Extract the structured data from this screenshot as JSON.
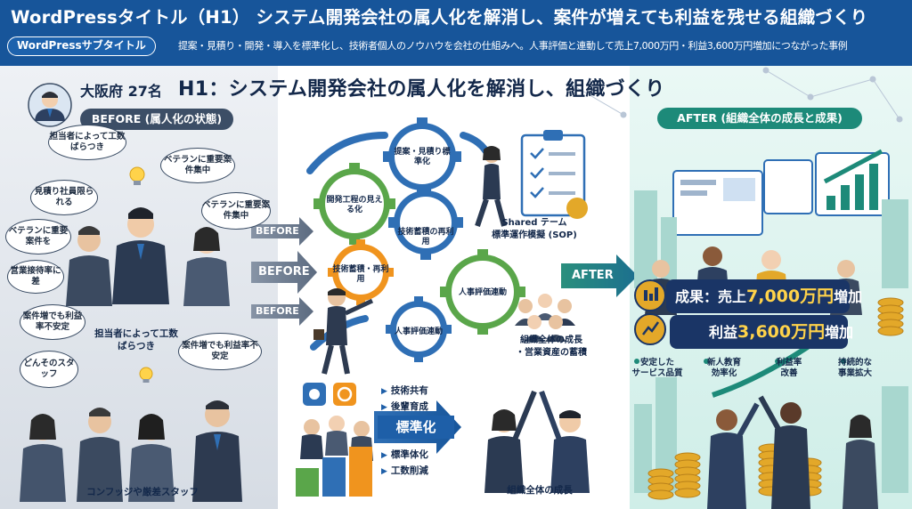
{
  "header": {
    "title": "WordPressタイトル（H1） システム開発会社の属人化を解消し、案件が増えても利益を残せる組織づくり",
    "subtitle_badge": "WordPressサブタイトル",
    "description": "提案・見積り・開発・導入を標準化し、技術者個人のノウハウを会社の仕組みへ。人事評価と連動して売上7,000万円・利益3,600万円増加につながった事例"
  },
  "main": {
    "h1": "H1：システム開発会社の属人化を解消し、組織づくり",
    "location": "大阪府 27名",
    "before_label": "BEFORE (属人化の状態)",
    "after_label": "AFTER (組織全体の成長と成果)",
    "before_bubbles": [
      "担当者によって工数ばらつき",
      "ベテランに重要案件集中",
      "見積り社員限られる",
      "ベテランに重要案件集中",
      "ベテランに重要案件を",
      "営業接待率に差",
      "案件増でも利益率不安定",
      "どんそのスタッフ",
      "案件増でも利益率不安定"
    ],
    "before_caption_mid": "担当者によって工数ばらつき",
    "before_caption_bottom": "コンフッジや厳差スタッフ",
    "arrows": [
      "BEFORE",
      "BEFORE",
      "BEFORE"
    ],
    "after_arrow": "AFTER",
    "gears": [
      "開発工程の見える化",
      "提案・見積り標準化",
      "技術蓄積の再利用",
      "技術蓄積・再利用",
      "人事評価連動",
      "人事評価連動"
    ],
    "sop_caption": "Shared テーム\n標準運作模擬 (SOP)",
    "growth_caption": "組織全体の成長\n・営業資産の蓄積",
    "bottom_bullets": [
      "技術共有",
      "後輩育成"
    ],
    "standard_banner": "標準化",
    "bottom_bullets2": [
      "標準体化",
      "工数削減"
    ],
    "bottom_caption": "組織全体の成長",
    "results": {
      "sales_label": "成果：売上",
      "sales_value": "7,000万円",
      "sales_suffix": "増加",
      "profit_label": "利益",
      "profit_value": "3,600万円",
      "profit_suffix": "増加"
    },
    "after_items": [
      "安定した\nサービス品質",
      "新人教育\n効率化",
      "利益率\n改善",
      "持続的な\n事業拡大"
    ]
  },
  "colors": {
    "header_bg": "#17559a",
    "before_panel": "#e3e7ec",
    "after_panel": "#d8f0ec",
    "before_pill": "#3c4e66",
    "after_pill": "#1d8a79",
    "gear_green": "#5aa64a",
    "gear_blue": "#2f6fb5",
    "gear_orange": "#f0941e",
    "result_box": "#1a3566",
    "gold": "#e3a829"
  }
}
